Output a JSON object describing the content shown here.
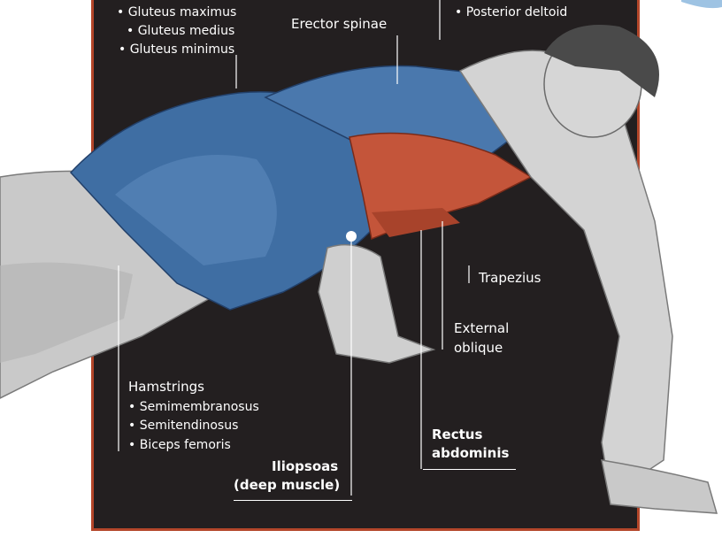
{
  "labels": {
    "gluteus_maximus": "• Gluteus maximus",
    "gluteus_medius": "• Gluteus medius",
    "gluteus_minimus": "• Gluteus minimus",
    "erector_spinae": "Erector spinae",
    "posterior_deltoid": "• Posterior deltoid",
    "trapezius": "Trapezius",
    "external_oblique_1": "External",
    "external_oblique_2": "oblique",
    "hamstrings": "Hamstrings",
    "semimembranosus": "• Semimembranosus",
    "semitendinosus": "• Semitendinosus",
    "biceps_femoris": "• Biceps femoris",
    "rectus_1": "Rectus",
    "rectus_2": "abdominis",
    "iliopsoas_1": "Iliopsoas",
    "iliopsoas_2": "(deep muscle)"
  },
  "colors": {
    "panel": "#231f20",
    "frame": "#b4462a",
    "highlight_blue": "#3f6ea3",
    "highlight_red": "#c4553a",
    "body_gray": "#c9c9c9"
  }
}
